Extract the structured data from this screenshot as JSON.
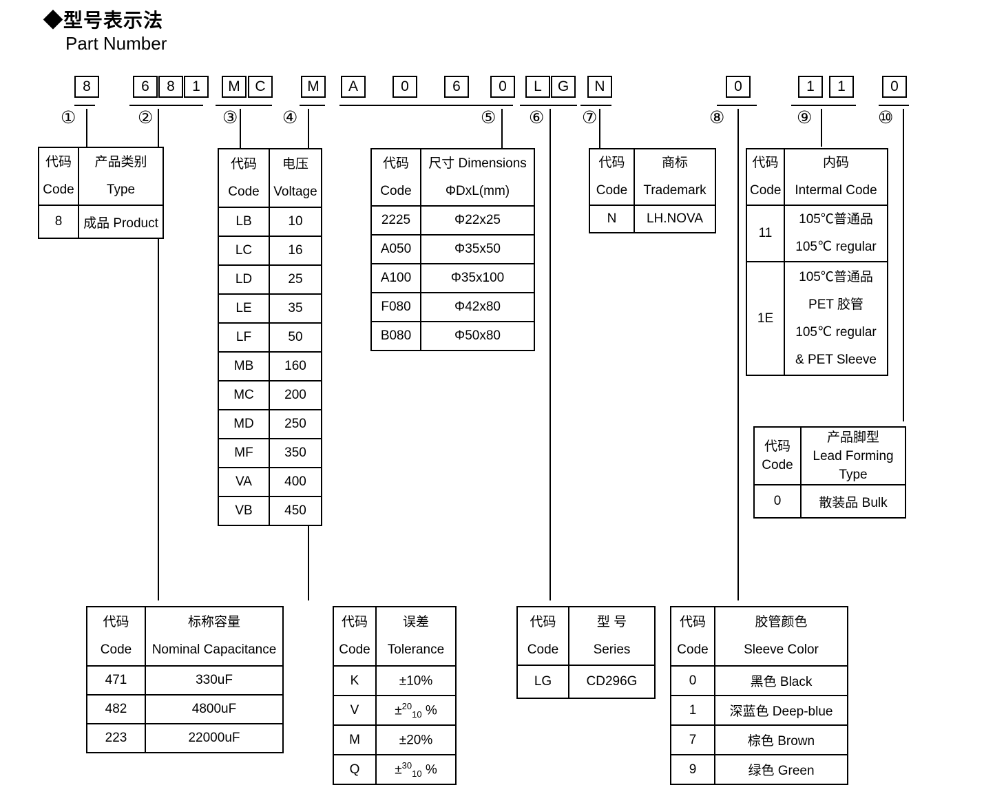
{
  "title": {
    "zh": "◆型号表示法",
    "en": "Part Number"
  },
  "part_number": {
    "groups": [
      {
        "num": "①",
        "chars": [
          "8"
        ]
      },
      {
        "num": "②",
        "chars": [
          "6",
          "8",
          "1"
        ]
      },
      {
        "num": "③",
        "chars": [
          "M",
          "C"
        ]
      },
      {
        "num": "④",
        "chars": [
          "M"
        ]
      },
      {
        "num": "⑤",
        "chars": [
          "A",
          "0",
          "6",
          "0"
        ]
      },
      {
        "num": "⑥",
        "chars": [
          "L",
          "G"
        ]
      },
      {
        "num": "⑦",
        "chars": [
          "N"
        ]
      },
      {
        "num": "⑧",
        "chars": [
          "0"
        ]
      },
      {
        "num": "⑨",
        "chars": [
          "1",
          "1"
        ]
      },
      {
        "num": "⑩",
        "chars": [
          "0"
        ]
      }
    ]
  },
  "tables": {
    "product_type": {
      "header": {
        "c1z": "代码",
        "c1e": "Code",
        "c2z": "产品类别",
        "c2e": "Type"
      },
      "rows": [
        {
          "code": "8",
          "value": "成品 Product"
        }
      ]
    },
    "capacitance": {
      "header": {
        "c1z": "代码",
        "c1e": "Code",
        "c2z": "标称容量",
        "c2e": "Nominal Capacitance"
      },
      "rows": [
        {
          "code": "471",
          "value": "330uF"
        },
        {
          "code": "482",
          "value": "4800uF"
        },
        {
          "code": "223",
          "value": "22000uF"
        }
      ]
    },
    "voltage": {
      "header": {
        "c1z": "代码",
        "c1e": "Code",
        "c2z": "电压",
        "c2e": "Voltage"
      },
      "rows": [
        {
          "code": "LB",
          "value": "10"
        },
        {
          "code": "LC",
          "value": "16"
        },
        {
          "code": "LD",
          "value": "25"
        },
        {
          "code": "LE",
          "value": "35"
        },
        {
          "code": "LF",
          "value": "50"
        },
        {
          "code": "MB",
          "value": "160"
        },
        {
          "code": "MC",
          "value": "200"
        },
        {
          "code": "MD",
          "value": "250"
        },
        {
          "code": "MF",
          "value": "350"
        },
        {
          "code": "VA",
          "value": "400"
        },
        {
          "code": "VB",
          "value": "450"
        }
      ]
    },
    "tolerance": {
      "header": {
        "c1z": "代码",
        "c1e": "Code",
        "c2z": "误差",
        "c2e": "Tolerance"
      },
      "rows": [
        {
          "code": "K",
          "pm": "±",
          "sup": "",
          "sub": "",
          "post": "10%"
        },
        {
          "code": "V",
          "pm": "±",
          "sup": "20",
          "sub": "10",
          "post": " %"
        },
        {
          "code": "M",
          "pm": "±",
          "sup": "",
          "sub": "",
          "post": "20%"
        },
        {
          "code": "Q",
          "pm": "±",
          "sup": "30",
          "sub": "10",
          "post": " %"
        }
      ]
    },
    "dimensions": {
      "header": {
        "c1z": "代码",
        "c1e": "Code",
        "c2z": "尺寸 Dimensions",
        "c2e": "ΦDxL(mm)"
      },
      "rows": [
        {
          "code": "2225",
          "value": "Φ22x25"
        },
        {
          "code": "A050",
          "value": "Φ35x50"
        },
        {
          "code": "A100",
          "value": "Φ35x100"
        },
        {
          "code": "F080",
          "value": "Φ42x80"
        },
        {
          "code": "B080",
          "value": "Φ50x80"
        }
      ]
    },
    "series": {
      "header": {
        "c1z": "代码",
        "c1e": "Code",
        "c2z": "型 号",
        "c2e": "Series"
      },
      "rows": [
        {
          "code": "LG",
          "value": "CD296G"
        }
      ]
    },
    "trademark": {
      "header": {
        "c1z": "代码",
        "c1e": "Code",
        "c2z": "商标",
        "c2e": "Trademark"
      },
      "rows": [
        {
          "code": "N",
          "value": "LH.NOVA"
        }
      ]
    },
    "sleeve_color": {
      "header": {
        "c1z": "代码",
        "c1e": "Code",
        "c2z": "胶管颜色",
        "c2e": "Sleeve Color"
      },
      "rows": [
        {
          "code": "0",
          "value": "黑色 Black"
        },
        {
          "code": "1",
          "value": "深蓝色 Deep-blue"
        },
        {
          "code": "7",
          "value": "棕色 Brown"
        },
        {
          "code": "9",
          "value": "绿色 Green"
        }
      ]
    },
    "internal_code": {
      "header": {
        "c1z": "代码",
        "c1e": "Code",
        "c2z": "内码",
        "c2e": "Intermal Code"
      },
      "rows": [
        {
          "code": "11",
          "lines": [
            "105℃普通品",
            "105℃ regular"
          ]
        },
        {
          "code": "1E",
          "lines": [
            "105℃普通品",
            "PET 胶管",
            "105℃ regular",
            "& PET Sleeve"
          ]
        }
      ]
    },
    "lead_forming": {
      "header": {
        "c1z": "代码",
        "c1e": "Code",
        "c2z": "产品脚型",
        "c2e": "Lead Forming Type"
      },
      "rows": [
        {
          "code": "0",
          "value": "散装品 Bulk"
        }
      ]
    }
  }
}
